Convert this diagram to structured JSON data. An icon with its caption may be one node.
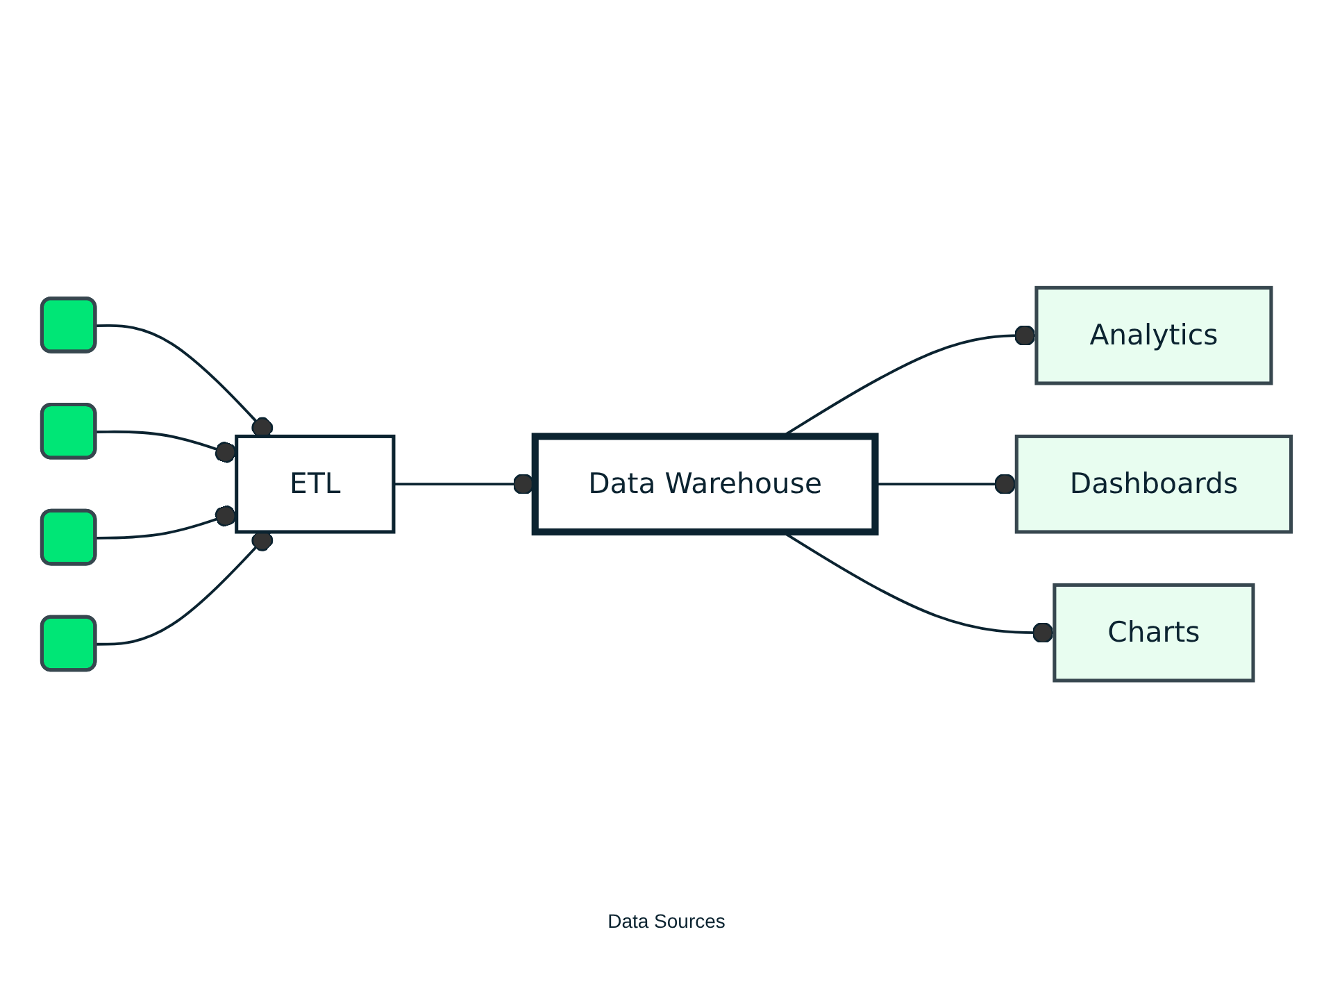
{
  "diagram": {
    "nodes": [
      {
        "text": [],
        "shape": "box"
      },
      {
        "text": [],
        "shape": "box"
      },
      {
        "text": [],
        "shape": "box"
      },
      {
        "text": [],
        "shape": "box"
      },
      {
        "text": [
          "ETL"
        ]
      },
      {
        "text": [
          "Data Warehouse"
        ]
      },
      {
        "text": [
          "Analytics"
        ]
      },
      {
        "text": [
          "Dashboards"
        ]
      },
      {
        "text": [
          "Charts"
        ]
      }
    ],
    "edges": [
      {
        "from": 0,
        "to": 4,
        "arrow": "other"
      },
      {
        "from": 1,
        "to": 4,
        "arrow": "other"
      },
      {
        "from": 2,
        "to": 4,
        "arrow": "other"
      },
      {
        "from": 3,
        "to": 4,
        "arrow": "other"
      },
      {
        "from": 4,
        "to": 5,
        "arrow": "other"
      },
      {
        "from": 5,
        "to": 6,
        "arrow": "other"
      },
      {
        "from": 5,
        "to": 7,
        "arrow": "other"
      },
      {
        "from": 5,
        "to": 8,
        "arrow": "other"
      }
    ],
    "labels": [
      "Data Sources"
    ]
  }
}
